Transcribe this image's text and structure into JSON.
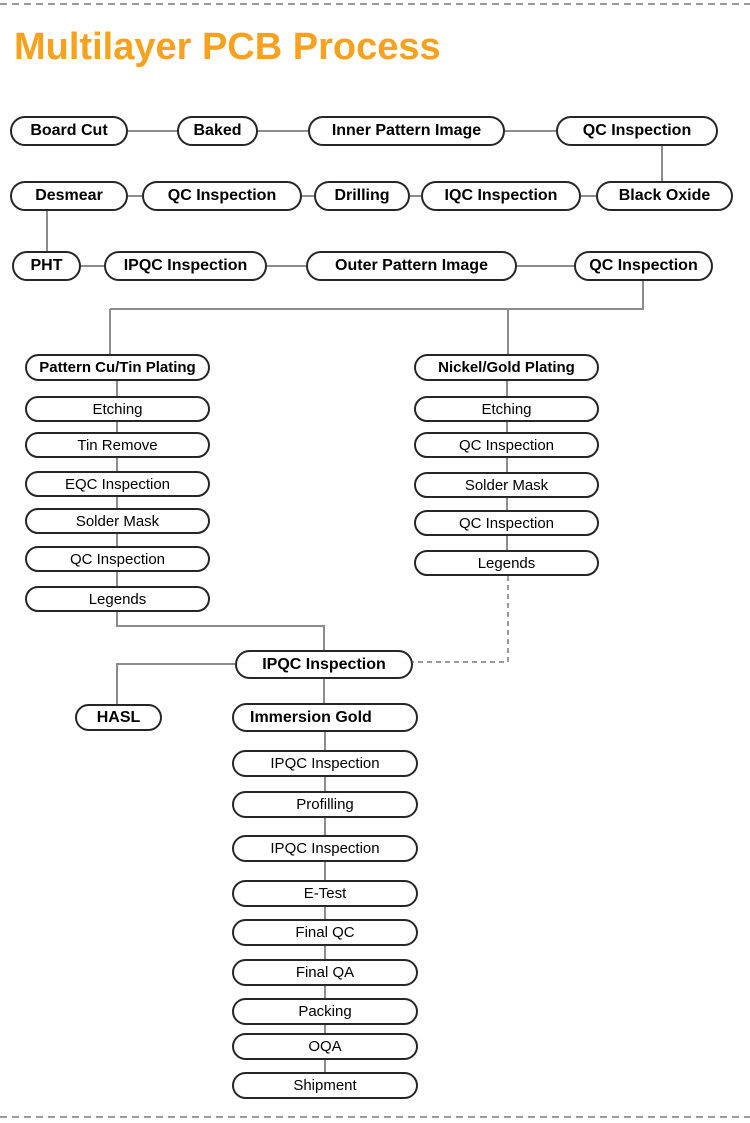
{
  "page": {
    "title": "Multilayer PCB Process",
    "colors": {
      "title": "#F6A21E",
      "connector": "#8C8C8C",
      "dashed": "#999999",
      "box_border": "#262626",
      "divider": "#7A7A7A"
    }
  },
  "flow": {
    "row1": [
      "Board Cut",
      "Baked",
      "Inner Pattern Image",
      "QC Inspection"
    ],
    "row2": [
      "Desmear",
      "QC Inspection",
      "Drilling",
      "IQC Inspection",
      "Black Oxide"
    ],
    "row3": [
      "PHT",
      "IPQC Inspection",
      "Outer Pattern Image",
      "QC Inspection"
    ],
    "left_branch": {
      "header": "Pattern Cu/Tin Plating",
      "steps": [
        "Etching",
        "Tin Remove",
        "EQC Inspection",
        "Solder Mask",
        "QC Inspection",
        "Legends"
      ]
    },
    "right_branch": {
      "header": "Nickel/Gold Plating",
      "steps": [
        "Etching",
        "QC Inspection",
        "Solder Mask",
        "QC Inspection",
        "Legends"
      ]
    },
    "merge": "IPQC Inspection",
    "hasl_branch": "HASL",
    "final_branch": {
      "header": "Immersion Gold",
      "steps": [
        "IPQC Inspection",
        "Profilling",
        "IPQC Inspection",
        "E-Test",
        "Final QC",
        "Final QA",
        "Packing",
        "OQA",
        "Shipment"
      ]
    }
  }
}
